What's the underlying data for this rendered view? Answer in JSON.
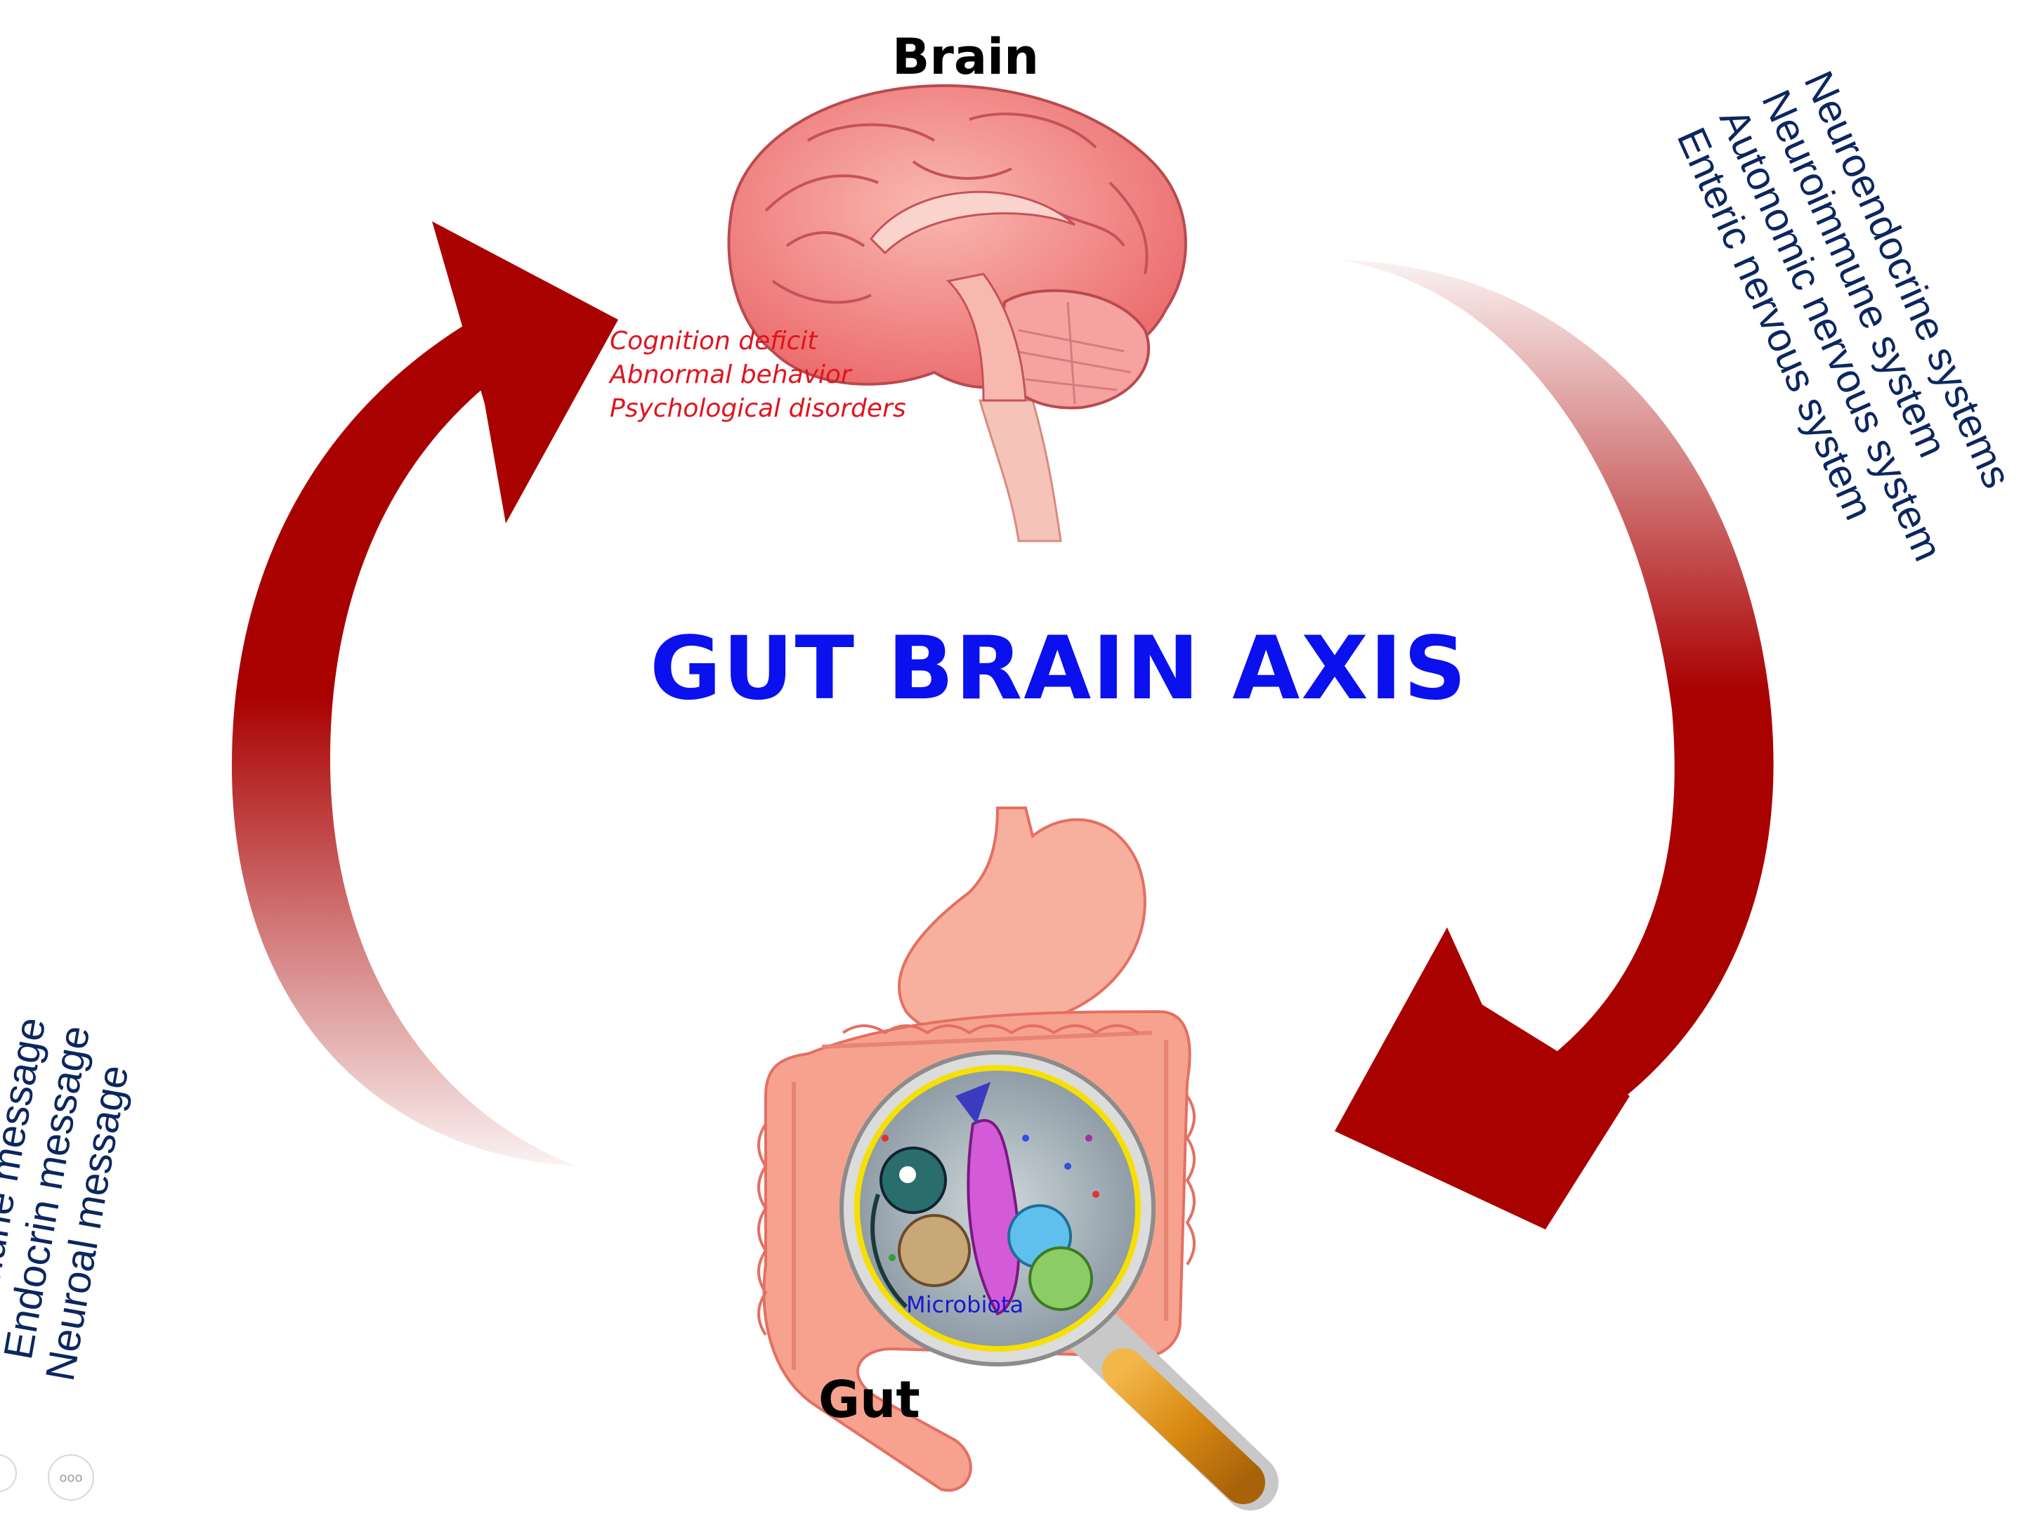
{
  "title": "GUT BRAIN AXIS",
  "brain": {
    "label": "Brain",
    "effects": [
      "Cognition deficit",
      "Abnormal behavior",
      "Psychological disorders"
    ]
  },
  "gut": {
    "label": "Gut",
    "microbiota_label": "Microbiota"
  },
  "left_messages": [
    "Neuroal message",
    "Endocrin message",
    "Immune message"
  ],
  "right_systems": [
    "Neuroendocrine systems",
    "Neuroimmune system",
    "Autonomic nervous system",
    "Enteric nervous system"
  ],
  "nav": {
    "more_label": "ooo"
  },
  "colors": {
    "title": "#0a10ee",
    "arrow": "#a90000",
    "text_navy": "#0b2760",
    "effects_red": "#e0141e",
    "brain": "#f08a8a",
    "gut": "#f6a28e",
    "magnifier_ring": "#f5e000"
  },
  "icons": [
    "brain-illustration",
    "gut-illustration",
    "magnifier-icon",
    "bacteria-icon"
  ]
}
